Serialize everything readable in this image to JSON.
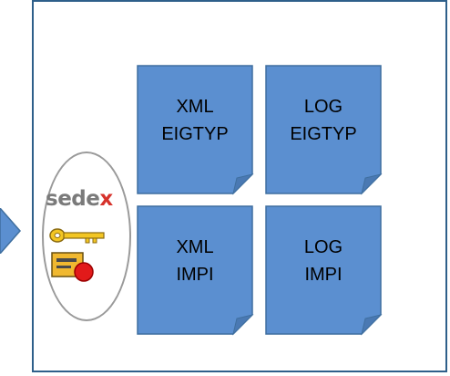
{
  "documents": [
    {
      "line1": "XML",
      "line2": "EIGTYP"
    },
    {
      "line1": "LOG",
      "line2": "EIGTYP"
    },
    {
      "line1": "XML",
      "line2": "IMPI"
    },
    {
      "line1": "LOG",
      "line2": "IMPI"
    }
  ],
  "logo": {
    "text": "sedex",
    "colors": {
      "letters": "#7a7a7a",
      "accent": "#d6322b"
    }
  },
  "colors": {
    "document_fill": "#5b8fd0",
    "document_stroke": "#3f6f9f",
    "box_border": "#2e5f8a",
    "arrow_fill": "#5b8fd0",
    "ellipse_border": "#9a9a9a"
  }
}
